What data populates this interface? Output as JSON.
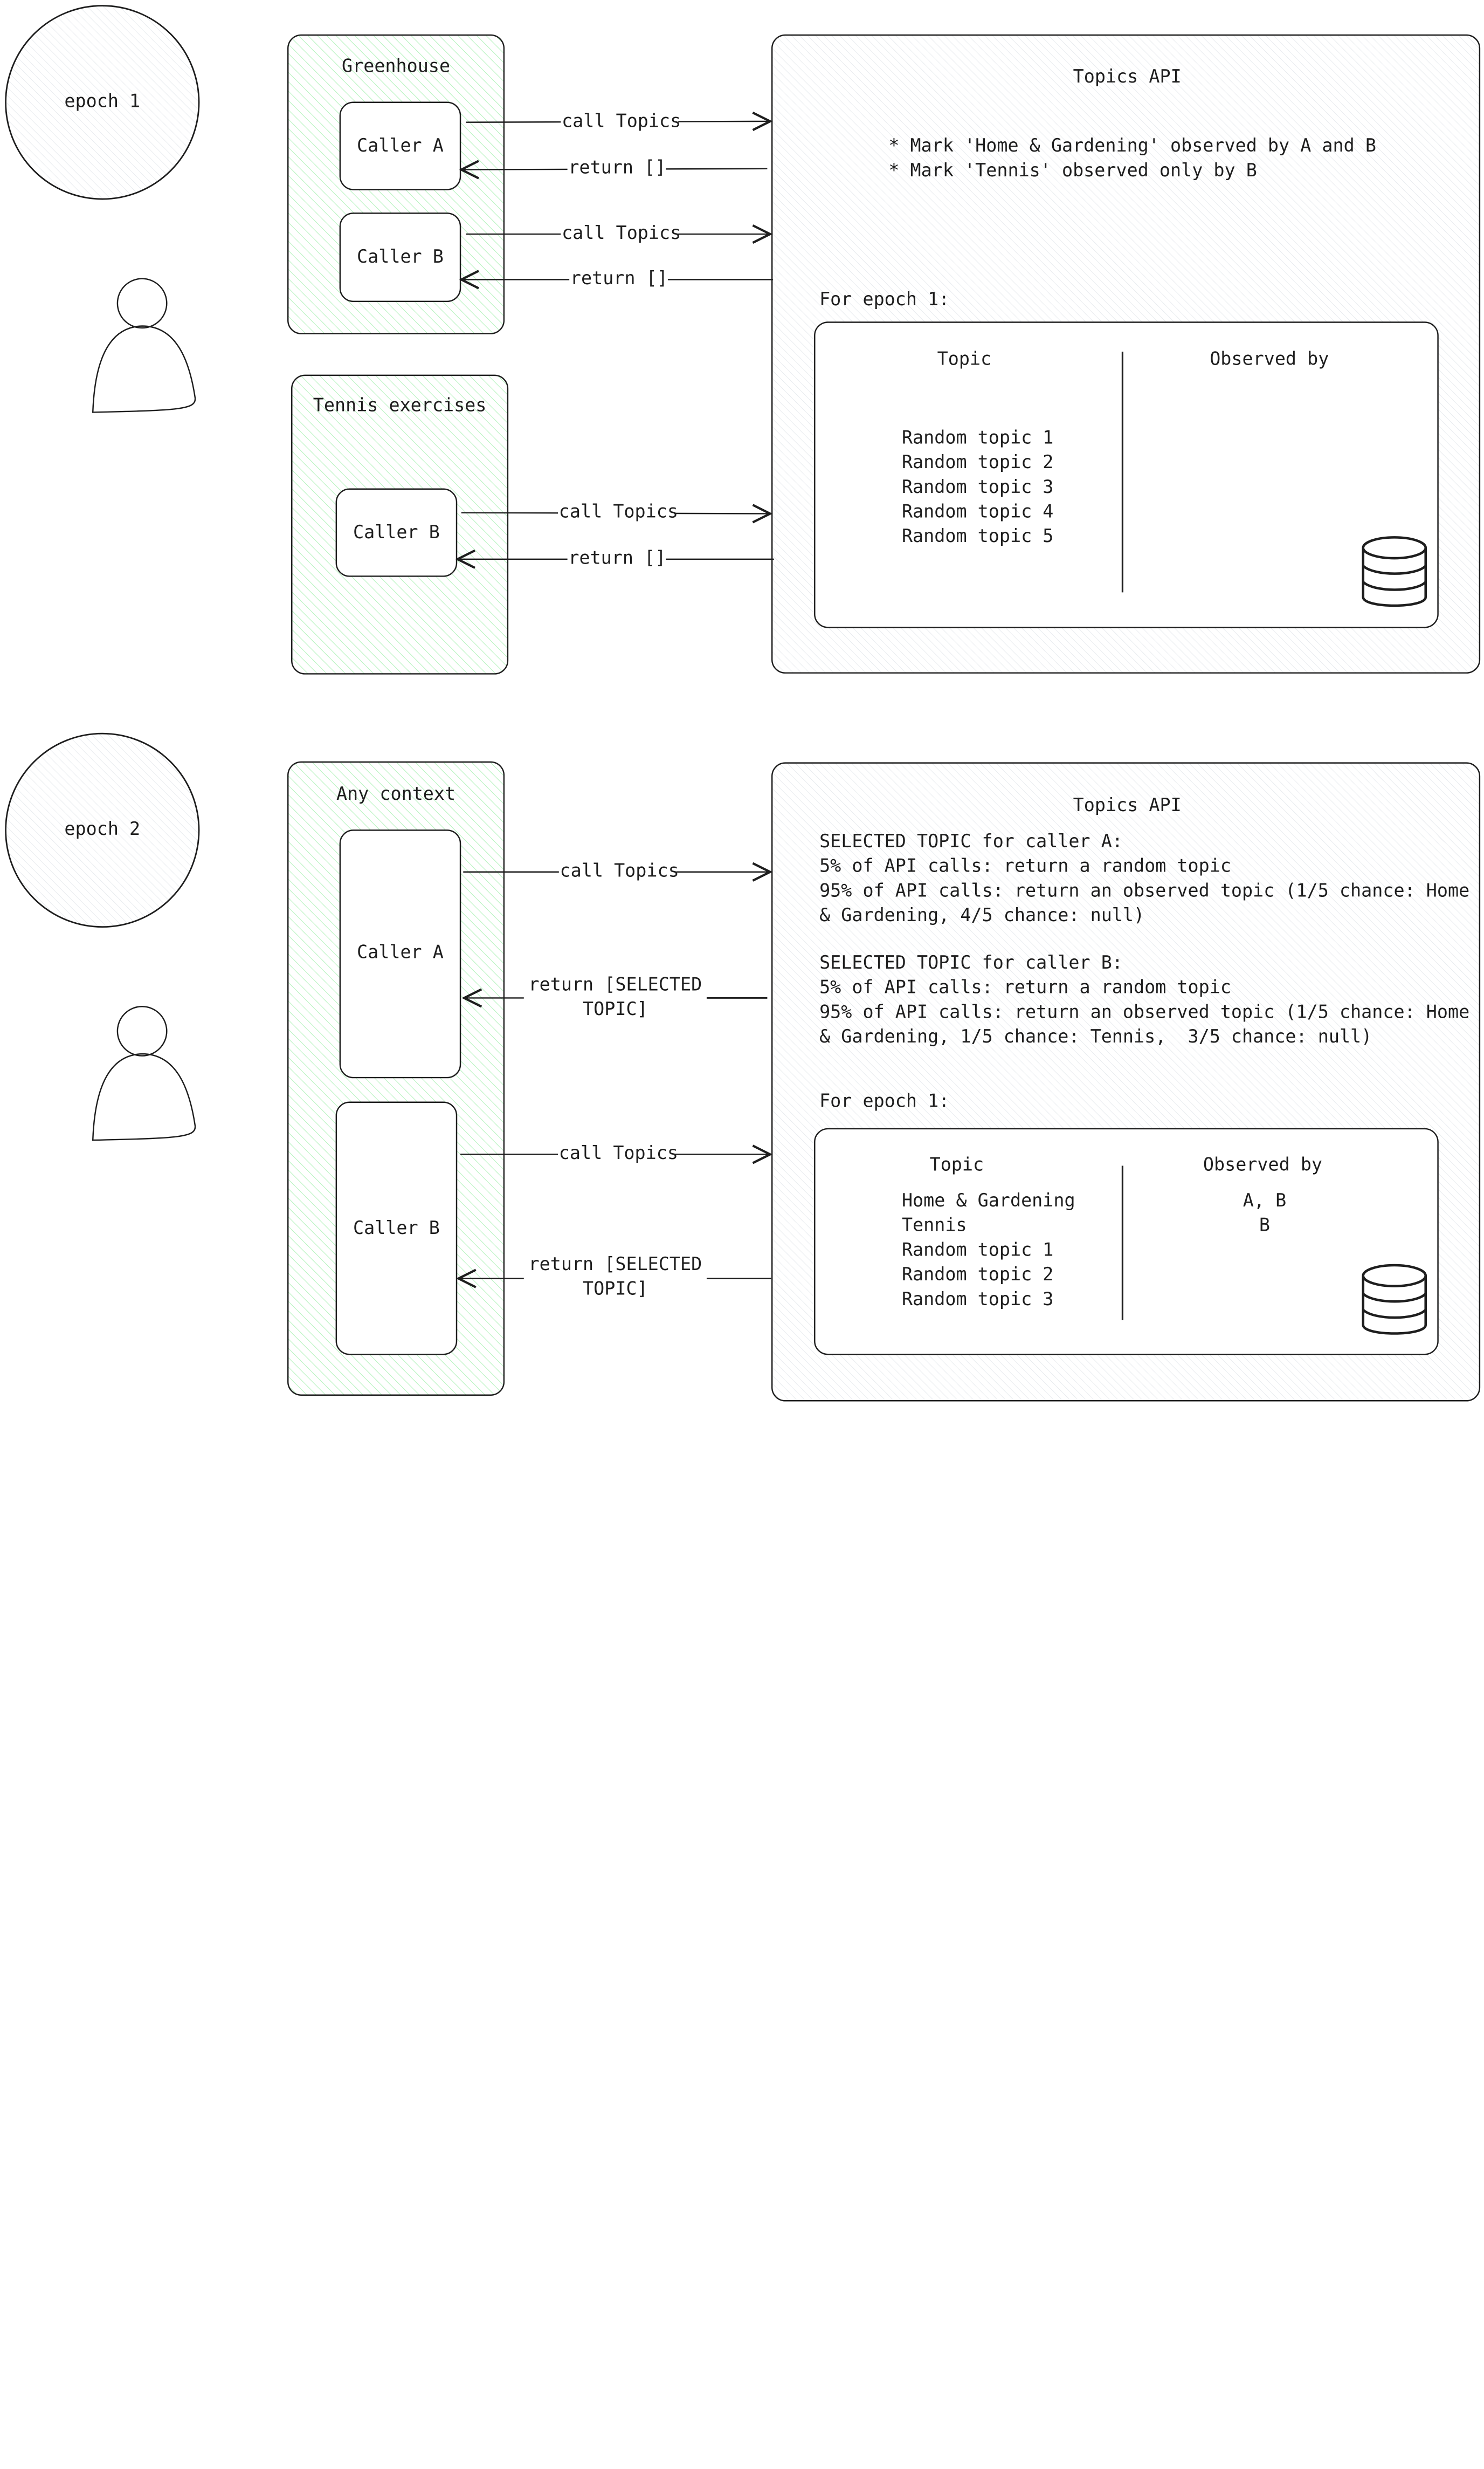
{
  "epoch1": {
    "circle_label": "epoch 1",
    "greenhouse": {
      "title": "Greenhouse",
      "caller_a": "Caller A",
      "caller_b": "Caller B"
    },
    "tennis": {
      "title": "Tennis exercises",
      "caller_b": "Caller B"
    },
    "arrows": {
      "call_a": "call Topics",
      "return_a": "return []",
      "call_b": "call Topics",
      "return_b": "return []",
      "call_tb": "call Topics",
      "return_tb": "return []"
    },
    "api": {
      "title": "Topics API",
      "notes": "* Mark 'Home & Gardening' observed by A and B\n* Mark 'Tennis' observed only by B",
      "epoch_label": "For epoch 1:",
      "table": {
        "col_topic": "Topic",
        "col_observed": "Observed by",
        "topics": "Random topic 1\nRandom topic 2\nRandom topic 3\nRandom topic 4\nRandom topic 5",
        "observed": ""
      }
    }
  },
  "epoch2": {
    "circle_label": "epoch 2",
    "context": {
      "title": "Any context",
      "caller_a": "Caller A",
      "caller_b": "Caller B"
    },
    "arrows": {
      "call_a": "call Topics",
      "return_a": "return [SELECTED\nTOPIC]",
      "call_b": "call Topics",
      "return_b": "return [SELECTED\nTOPIC]"
    },
    "api": {
      "title": "Topics API",
      "selected_a": "SELECTED TOPIC for caller A:\n5% of API calls: return a random topic\n95% of API calls: return an observed topic (1/5 chance: Home\n& Gardening, 4/5 chance: null)",
      "selected_b": "SELECTED TOPIC for caller B:\n5% of API calls: return a random topic\n95% of API calls: return an observed topic (1/5 chance: Home\n& Gardening, 1/5 chance: Tennis,  3/5 chance: null)",
      "epoch_label": "For epoch 1:",
      "table": {
        "col_topic": "Topic",
        "col_observed": "Observed by",
        "topics": "Home & Gardening\nTennis\nRandom topic 1\nRandom topic 2\nRandom topic 3",
        "observed": "A, B\nB"
      }
    }
  },
  "colors": {
    "stroke": "#1e1e1e",
    "group_fill": "#b2f2bb",
    "api_fill": "#e9ecef"
  }
}
